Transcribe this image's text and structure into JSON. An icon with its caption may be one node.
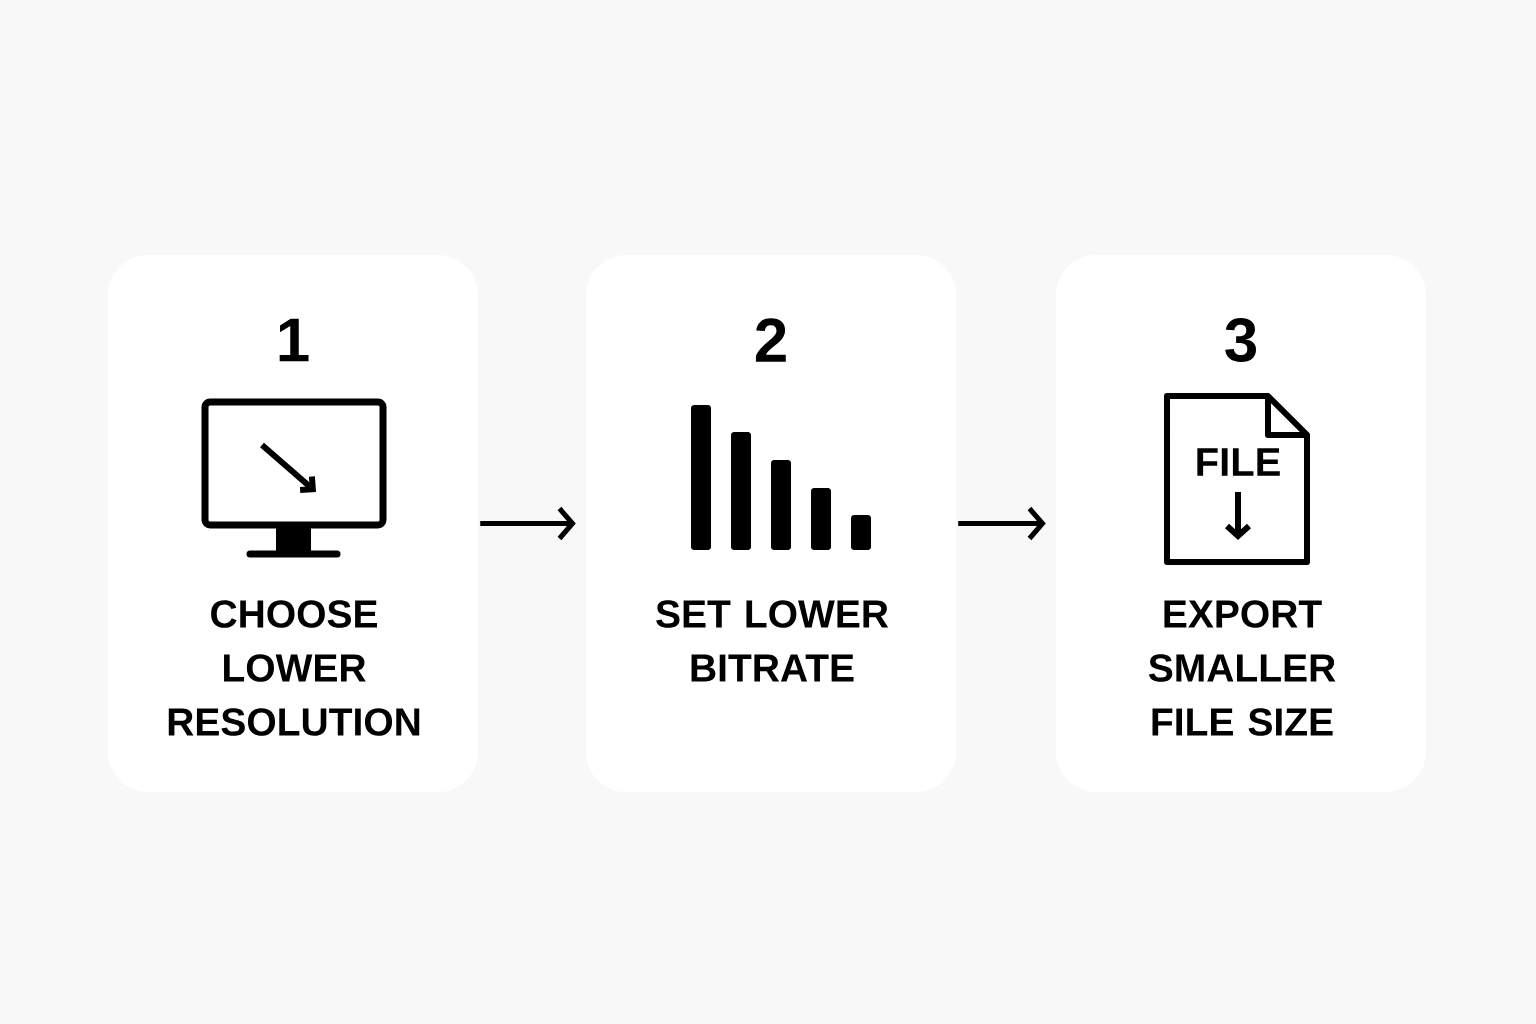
{
  "diagram": {
    "nodes": [
      {
        "text": [
          "1",
          "CHOOSE LOWER RESOLUTION"
        ]
      },
      {
        "text": [
          "2",
          "SET LOWER BITRATE"
        ]
      },
      {
        "text": [
          "3",
          "EXPORT SMALLER FILE SIZE"
        ]
      }
    ],
    "edges": [
      {
        "from": 0,
        "to": 1,
        "arrow": "to"
      },
      {
        "from": 1,
        "to": 2,
        "arrow": "to"
      }
    ],
    "labels": [
      "FILE"
    ]
  }
}
